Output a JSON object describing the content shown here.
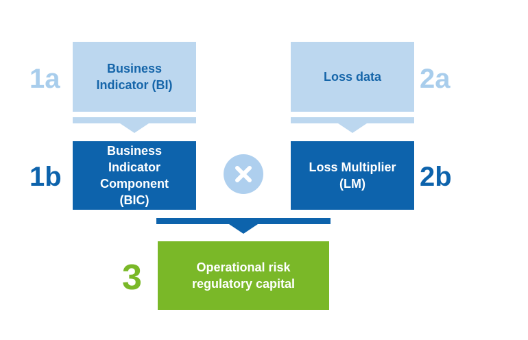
{
  "step_1a": {
    "label": "1a",
    "box_text": "Business\nIndicator (BI)"
  },
  "step_1b": {
    "label": "1b",
    "box_text": "Business\nIndicator\nComponent\n(BIC)"
  },
  "step_2a": {
    "label": "2a",
    "box_text": "Loss data"
  },
  "step_2b": {
    "label": "2b",
    "box_text": "Loss Multiplier\n(LM)"
  },
  "step_3": {
    "label": "3",
    "box_text": "Operational  risk\nregulatory capital"
  },
  "operator": {
    "icon": "multiply-icon"
  },
  "colors": {
    "light_blue": "#bcd7ef",
    "dark_blue": "#0d63ac",
    "green": "#7ab828",
    "label_light": "#a8cdec"
  }
}
